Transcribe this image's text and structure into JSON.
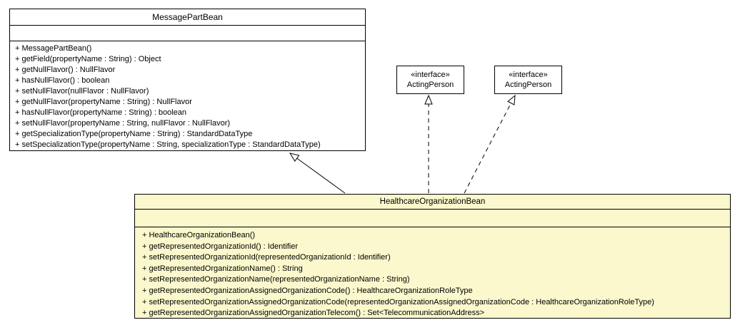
{
  "colors": {
    "background": "#ffffff",
    "border": "#000000",
    "class_fill": "#ffffff",
    "highlight_fill": "#faf8cc"
  },
  "classes": {
    "message_part_bean": {
      "title": "MessagePartBean",
      "attributes": [],
      "methods": [
        "+ MessagePartBean()",
        "+ getField(propertyName : String) : Object",
        "+ getNullFlavor() : NullFlavor",
        "+ hasNullFlavor() : boolean",
        "+ setNullFlavor(nullFlavor : NullFlavor)",
        "+ getNullFlavor(propertyName : String) : NullFlavor",
        "+ hasNullFlavor(propertyName : String) : boolean",
        "+ setNullFlavor(propertyName : String, nullFlavor : NullFlavor)",
        "+ getSpecializationType(propertyName : String) : StandardDataType",
        "+ setSpecializationType(propertyName : String, specializationType : StandardDataType)"
      ]
    },
    "acting_person_1": {
      "stereotype": "«interface»",
      "name": "ActingPerson"
    },
    "acting_person_2": {
      "stereotype": "«interface»",
      "name": "ActingPerson"
    },
    "healthcare_organization_bean": {
      "title": "HealthcareOrganizationBean",
      "attributes": [],
      "methods": [
        "+ HealthcareOrganizationBean()",
        "+ getRepresentedOrganizationId() : Identifier",
        "+ setRepresentedOrganizationId(representedOrganizationId : Identifier)",
        "+ getRepresentedOrganizationName() : String",
        "+ setRepresentedOrganizationName(representedOrganizationName : String)",
        "+ getRepresentedOrganizationAssignedOrganizationCode() : HealthcareOrganizationRoleType",
        "+ setRepresentedOrganizationAssignedOrganizationCode(representedOrganizationAssignedOrganizationCode : HealthcareOrganizationRoleType)",
        "+ getRepresentedOrganizationAssignedOrganizationTelecom() : Set<TelecommunicationAddress>"
      ]
    }
  },
  "relationships": [
    {
      "type": "generalization",
      "from": "HealthcareOrganizationBean",
      "to": "MessagePartBean",
      "line": "solid"
    },
    {
      "type": "realization",
      "from": "HealthcareOrganizationBean",
      "to": "ActingPerson",
      "line": "dashed"
    },
    {
      "type": "realization",
      "from": "HealthcareOrganizationBean",
      "to": "ActingPerson",
      "line": "dashed"
    }
  ]
}
